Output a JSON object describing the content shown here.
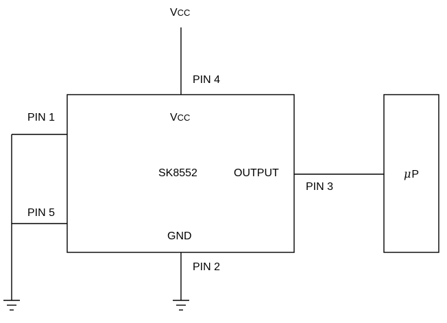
{
  "diagram": {
    "supply_label": "V",
    "supply_subscript": "CC",
    "chip": {
      "name": "SK8552",
      "vcc_label": "V",
      "vcc_subscript": "CC",
      "gnd_label": "GND",
      "output_label": "OUTPUT"
    },
    "pins": {
      "pin1": "PIN 1",
      "pin2": "PIN 2",
      "pin3": "PIN 3",
      "pin4": "PIN 4",
      "pin5": "PIN 5"
    },
    "microprocessor": {
      "mu": "μ",
      "p": "P"
    },
    "colors": {
      "line": "#000000",
      "background": "#ffffff"
    }
  }
}
